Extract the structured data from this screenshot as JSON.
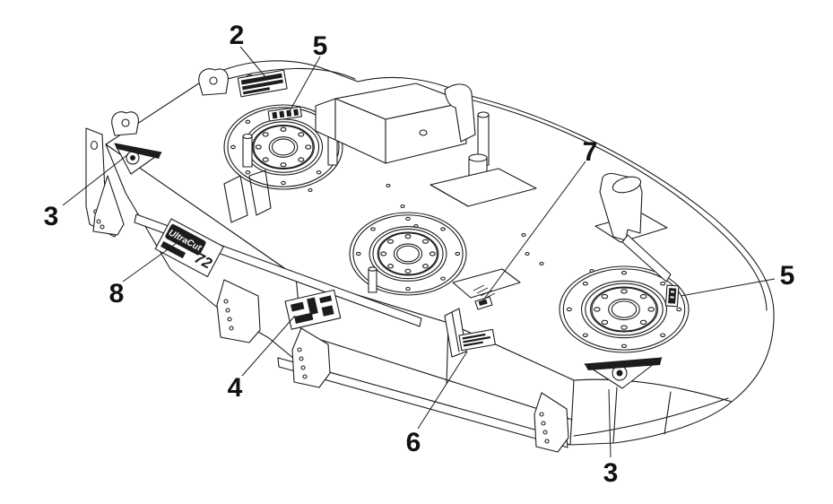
{
  "figure": {
    "title": "Mower deck decal location diagram",
    "style": "black-and-white isometric line art of a 3-spindle mower deck",
    "background_color": "#ffffff",
    "line_color": "#1c1c1c"
  },
  "logo_decal": {
    "brand_text": "UltraCut",
    "size_text": "72"
  },
  "callouts": [
    {
      "label": "2",
      "target": "product-info-decal-top"
    },
    {
      "label": "5",
      "target": "spindle-decal-left"
    },
    {
      "label": "3",
      "target": "warning-triangle-decal-left"
    },
    {
      "label": "8",
      "target": "ultracut-72-logo-decal"
    },
    {
      "label": "4",
      "target": "instruction-decal-front"
    },
    {
      "label": "6",
      "target": "small-info-decal-front"
    },
    {
      "label": "7",
      "target": "center-baffle-decal"
    },
    {
      "label": "5",
      "target": "spindle-decal-right"
    },
    {
      "label": "3",
      "target": "warning-triangle-decal-front"
    }
  ]
}
